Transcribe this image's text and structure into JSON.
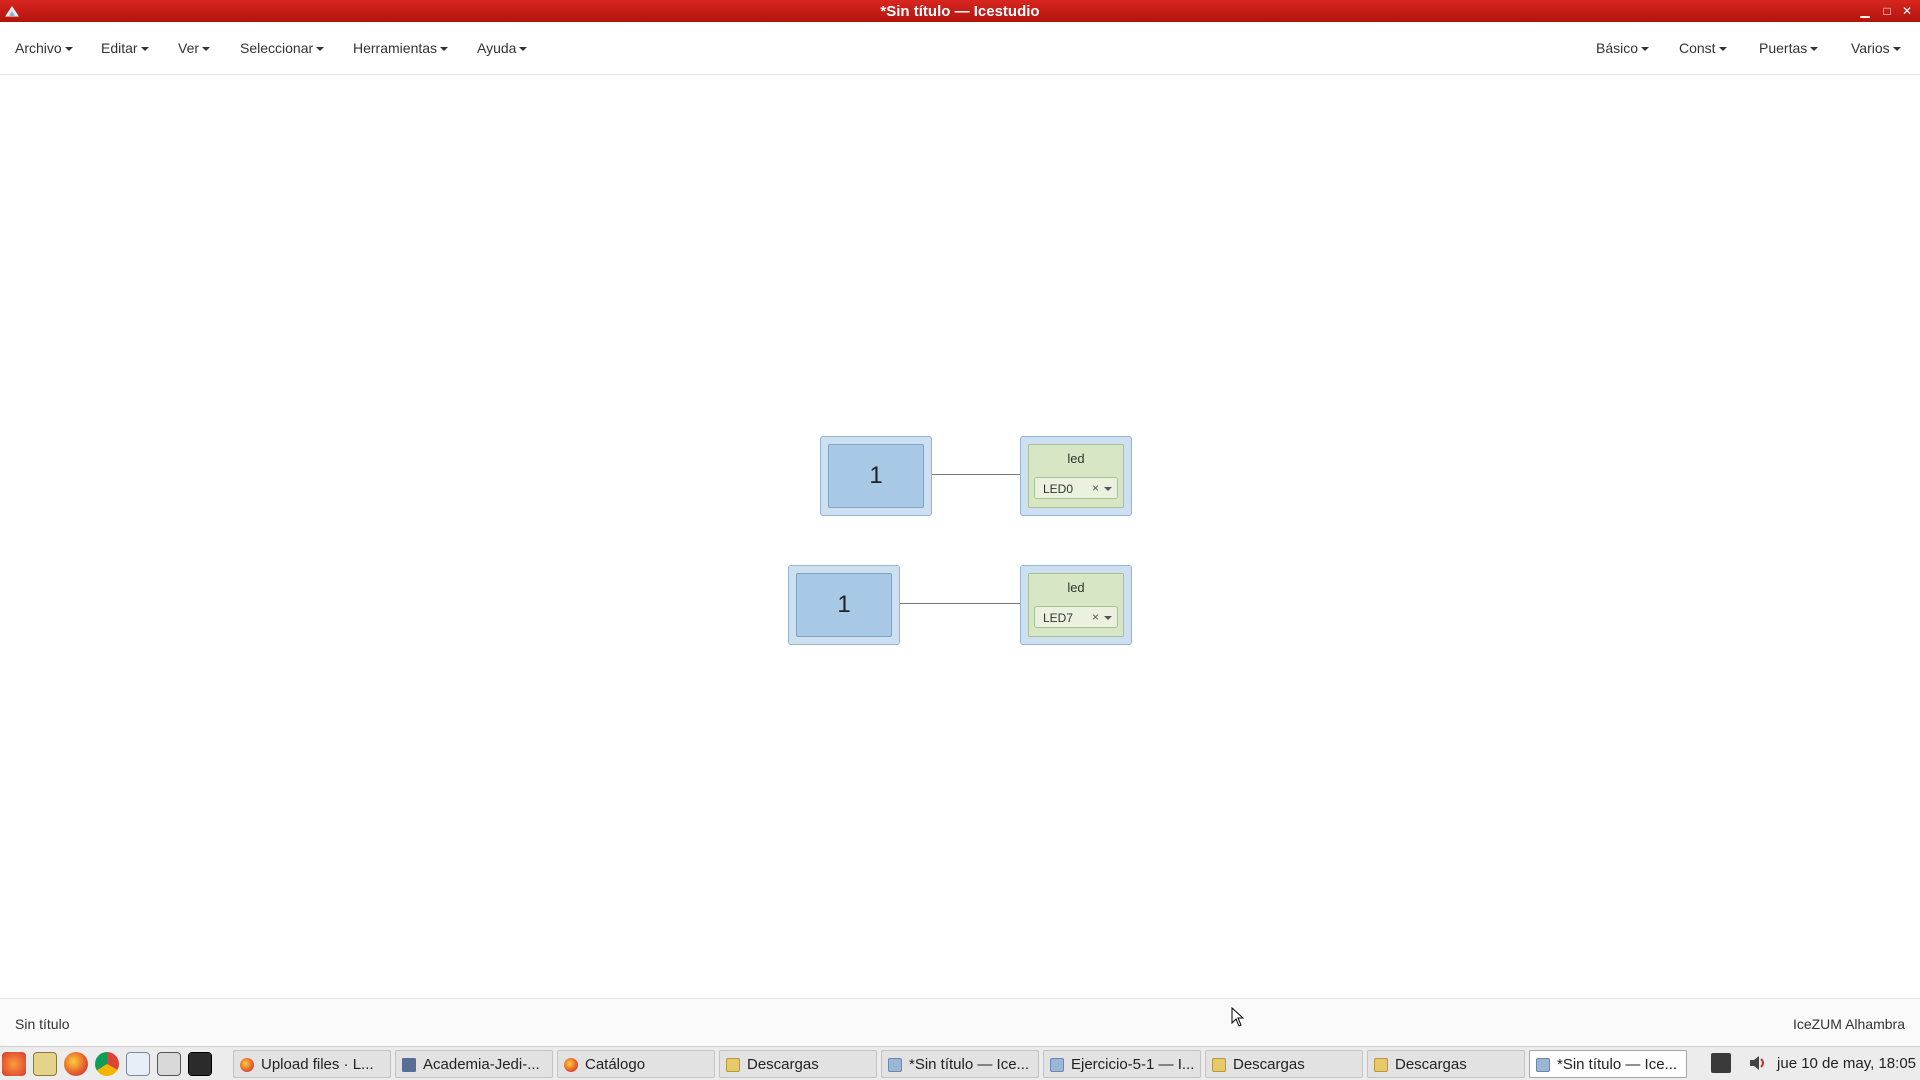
{
  "window": {
    "title": "*Sin título — Icestudio"
  },
  "menubar": {
    "left_menus": [
      "Archivo",
      "Editar",
      "Ver",
      "Seleccionar",
      "Herramientas",
      "Ayuda"
    ],
    "right_menus": [
      "Básico",
      "Const",
      "Puertas",
      "Varios"
    ]
  },
  "canvas": {
    "blocks": [
      {
        "constant": "1",
        "output_label": "led",
        "pin": "LED0"
      },
      {
        "constant": "1",
        "output_label": "led",
        "pin": "LED7"
      }
    ],
    "pin_clear_glyph": "×"
  },
  "statusbar": {
    "file": "Sin título",
    "board": "IceZUM Alhambra"
  },
  "taskbar": {
    "launchers": [
      "apps-icon",
      "text-editor-icon",
      "firefox-icon",
      "chrome-icon",
      "files-icon",
      "screenshot-icon",
      "terminal-icon"
    ],
    "tasks": [
      {
        "label": "Upload files · L...",
        "icon": "firefox-icon",
        "active": false
      },
      {
        "label": "Academia-Jedi-...",
        "icon": "document-icon",
        "active": false
      },
      {
        "label": "Catálogo",
        "icon": "firefox-icon",
        "active": false
      },
      {
        "label": "Descargas",
        "icon": "folder-icon",
        "active": false
      },
      {
        "label": "*Sin título — Ice...",
        "icon": "icestudio-icon",
        "active": false
      },
      {
        "label": "Ejercicio-5-1 — I...",
        "icon": "icestudio-icon",
        "active": false
      },
      {
        "label": "Descargas",
        "icon": "folder-icon",
        "active": false
      },
      {
        "label": "Descargas",
        "icon": "folder-icon",
        "active": false
      },
      {
        "label": "*Sin título — Ice...",
        "icon": "icestudio-icon",
        "active": true
      }
    ],
    "clock": "jue 10 de may, 18:05"
  },
  "colors": {
    "titlebar": "#c41d16",
    "const_block": "#a8c9e6",
    "led_block": "#d7e6c5"
  }
}
